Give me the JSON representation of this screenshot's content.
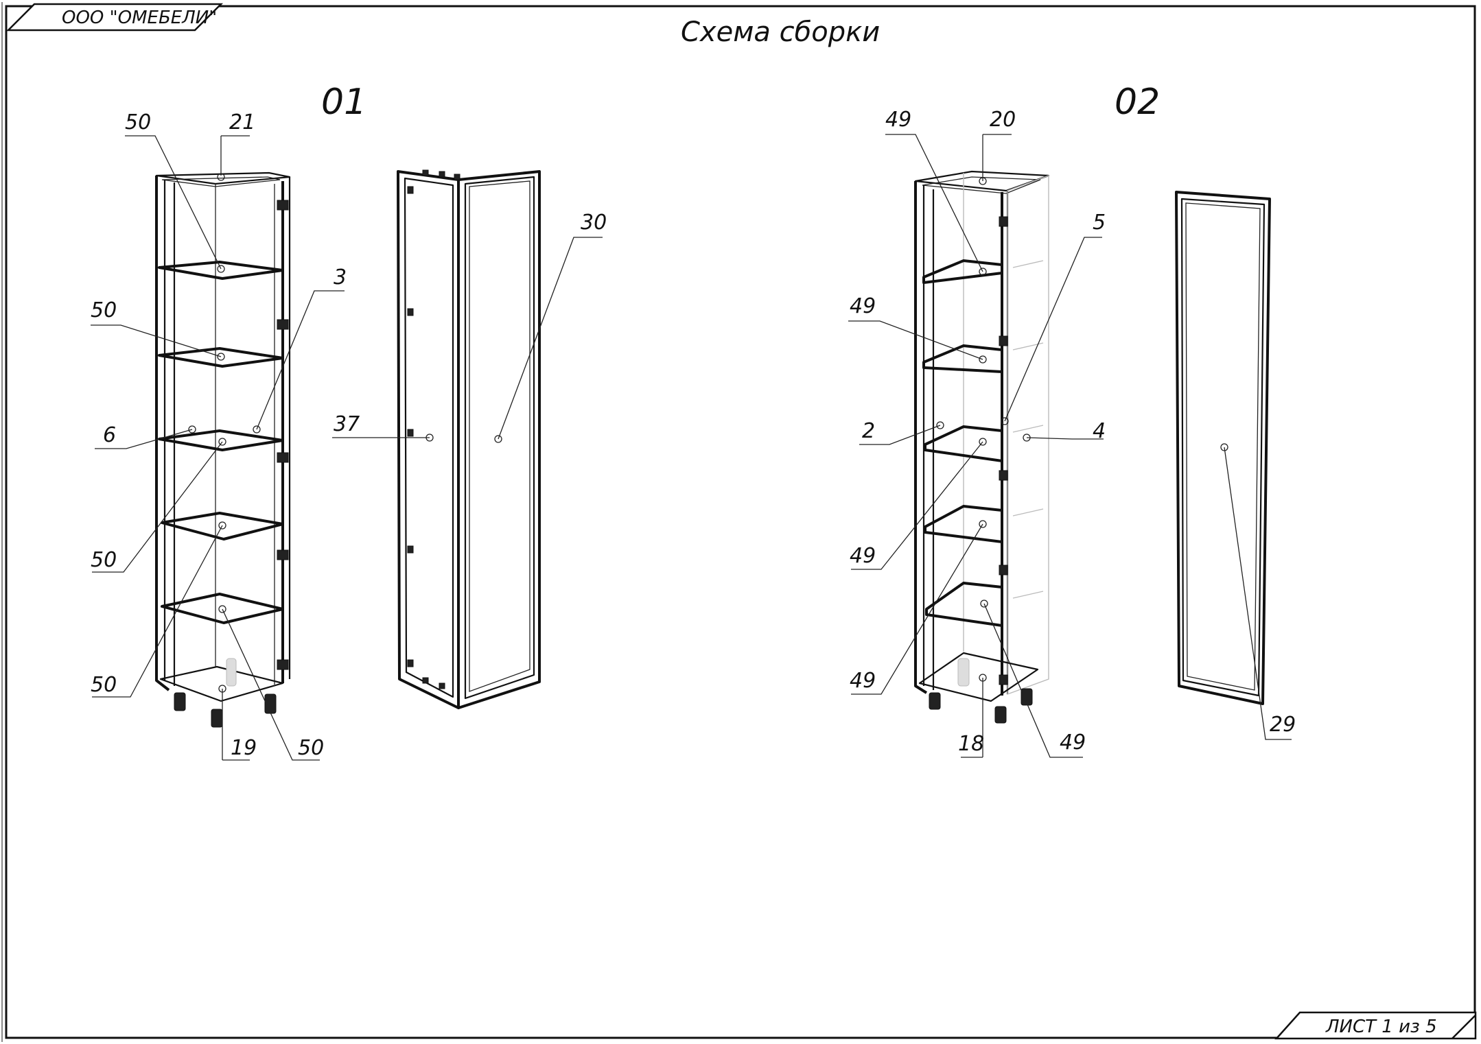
{
  "company": "ООО \"ОМЕБЕЛИ\"",
  "title": "Схема сборки",
  "sheet": "ЛИСТ 1 из 5",
  "variants": [
    {
      "id": "01",
      "callouts": {
        "c50_top": "50",
        "c21": "21",
        "c3": "3",
        "c50_upper": "50",
        "c6": "6",
        "c50_mid": "50",
        "c50_low": "50",
        "c19": "19",
        "c50_bottom": "50",
        "c37": "37",
        "c30": "30"
      }
    },
    {
      "id": "02",
      "callouts": {
        "c49_top": "49",
        "c20": "20",
        "c5": "5",
        "c49_upper": "49",
        "c2": "2",
        "c4": "4",
        "c49_mid": "49",
        "c49_low": "49",
        "c18": "18",
        "c49_bottom": "49",
        "c29": "29"
      }
    }
  ]
}
